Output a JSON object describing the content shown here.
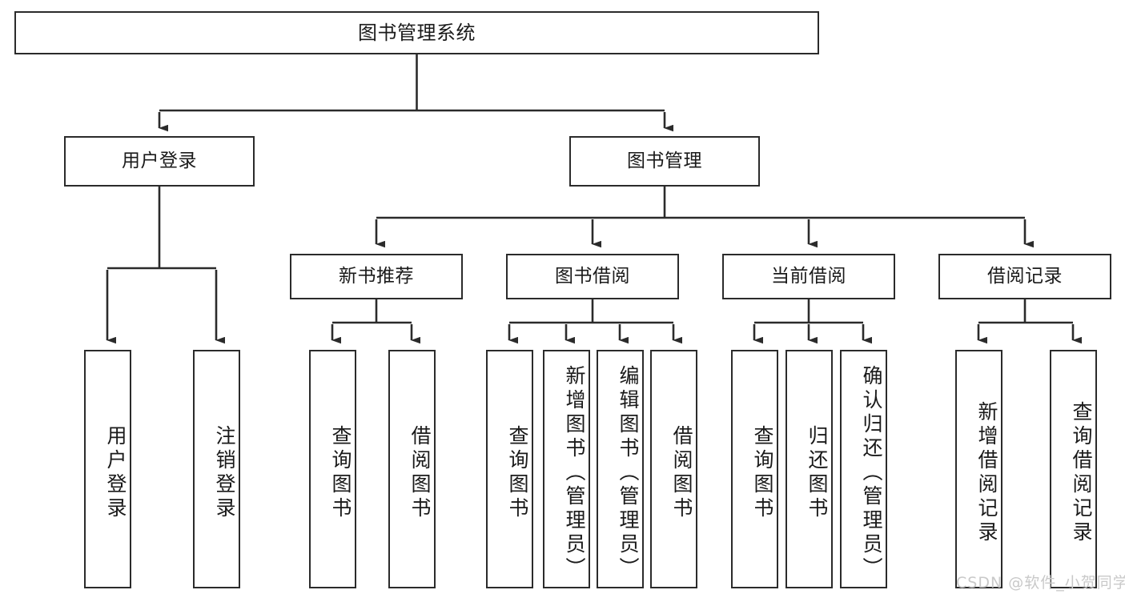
{
  "diagram": {
    "title": "图书管理系统",
    "type": "hierarchy-tree",
    "root": {
      "id": "root",
      "label": "图书管理系统"
    },
    "level2": [
      {
        "id": "user-login",
        "label": "用户登录"
      },
      {
        "id": "book-mgmt",
        "label": "图书管理"
      }
    ],
    "level3": [
      {
        "id": "new-book-rec",
        "label": "新书推荐"
      },
      {
        "id": "book-borrow",
        "label": "图书借阅"
      },
      {
        "id": "current-borrow",
        "label": "当前借阅"
      },
      {
        "id": "borrow-record",
        "label": "借阅记录"
      }
    ],
    "leaves": {
      "user_login": [
        {
          "id": "leaf-user-login",
          "label": "用户登录"
        },
        {
          "id": "leaf-logout",
          "label": "注销登录"
        }
      ],
      "new_book_rec": [
        {
          "id": "leaf-query-book-1",
          "label": "查询图书"
        },
        {
          "id": "leaf-borrow-book-1",
          "label": "借阅图书"
        }
      ],
      "book_borrow": [
        {
          "id": "leaf-query-book-2",
          "label": "查询图书"
        },
        {
          "id": "leaf-add-book",
          "label": "新增图书（管理员）"
        },
        {
          "id": "leaf-edit-book",
          "label": "编辑图书（管理员）"
        },
        {
          "id": "leaf-borrow-book-2",
          "label": "借阅图书"
        }
      ],
      "current_borrow": [
        {
          "id": "leaf-query-book-3",
          "label": "查询图书"
        },
        {
          "id": "leaf-return-book",
          "label": "归还图书"
        },
        {
          "id": "leaf-confirm-return",
          "label": "确认归还（管理员）"
        }
      ],
      "borrow_record": [
        {
          "id": "leaf-add-record",
          "label": "新增借阅记录"
        },
        {
          "id": "leaf-query-record",
          "label": "查询借阅记录"
        }
      ]
    }
  },
  "watermark": {
    "text": "CSDN @软件_小贺同学"
  },
  "colors": {
    "stroke": "#2b2b2b",
    "fill": "#ffffff",
    "text": "#1a1a1a",
    "watermark": "#c9c9c9"
  }
}
